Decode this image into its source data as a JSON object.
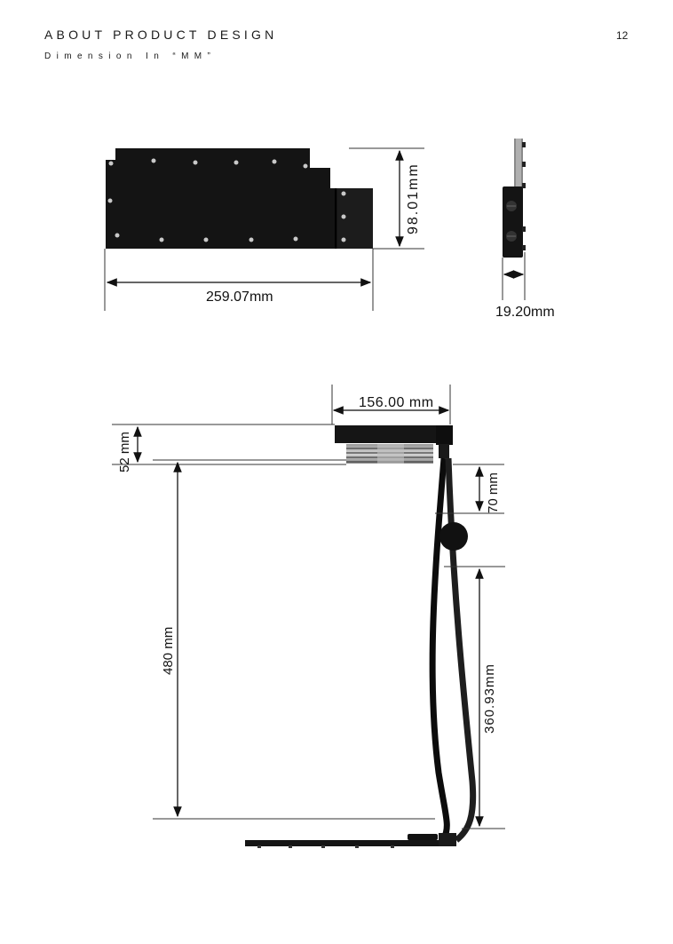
{
  "header": {
    "title": "ABOUT PRODUCT DESIGN",
    "subtitle": "Dimension In “MM”",
    "page_number": "12"
  },
  "dimensions": {
    "block_length": "259.07mm",
    "block_height": "98.01mm",
    "block_thickness": "19.20mm",
    "radiator_width": "156.00 mm",
    "radiator_thickness": "52 mm",
    "fitting_offset": "70 mm",
    "tube_height": "480 mm",
    "tube_length": "360.93mm"
  },
  "colors": {
    "product": "#111111",
    "dimension_line": "#222222",
    "guide_line": "#444444"
  }
}
